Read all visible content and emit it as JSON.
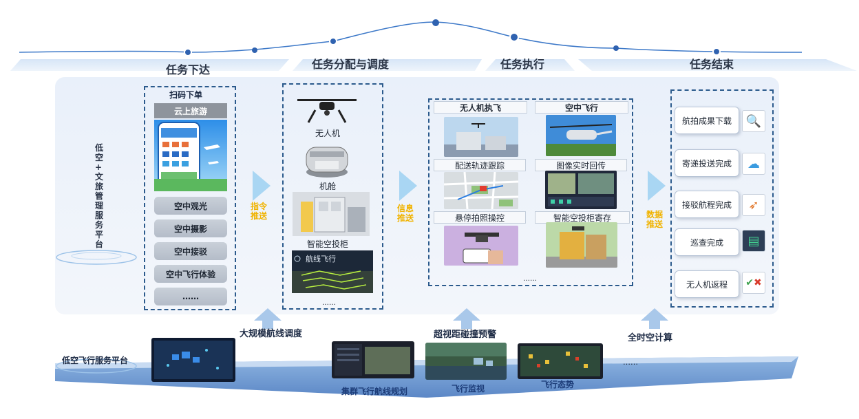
{
  "stages": [
    "任务下达",
    "任务分配与调度",
    "任务执行",
    "任务结束"
  ],
  "platform_vertical_label": "低空+文旅管理服务平台",
  "col1": {
    "header": "扫码下单",
    "tab": "云上旅游",
    "buttons": [
      "空中观光",
      "空中摄影",
      "空中接驳",
      "空中飞行体验",
      "……"
    ]
  },
  "col2": {
    "items": [
      "无人机",
      "机舱",
      "智能空投柜"
    ],
    "banner": "航线飞行",
    "ellipsis": "……"
  },
  "col3": {
    "headers": [
      "无人机执飞",
      "空中飞行"
    ],
    "labels": [
      "配送轨迹跟踪",
      "图像实时回传",
      "悬停拍照操控",
      "智能空投柜寄存"
    ],
    "ellipsis": "……"
  },
  "col4": {
    "results": [
      "航拍成果下载",
      "寄递投送完成",
      "接驳航程完成",
      "巡查完成",
      "无人机返程"
    ]
  },
  "flow_labels": [
    "指令推送",
    "信息推送",
    "数据推送"
  ],
  "bottom": {
    "platform_label": "低空飞行服务平台",
    "up_labels": [
      "大规模航线调度",
      "超视距碰撞预警",
      "全时空计算"
    ],
    "screen_labels": [
      "集群飞行航线规划",
      "飞行监视",
      "飞行态势"
    ],
    "ellipsis": "……"
  },
  "colors": {
    "dash": "#2b5a8c",
    "flow_text": "#f0b300",
    "timeline": "#3c78c8"
  }
}
